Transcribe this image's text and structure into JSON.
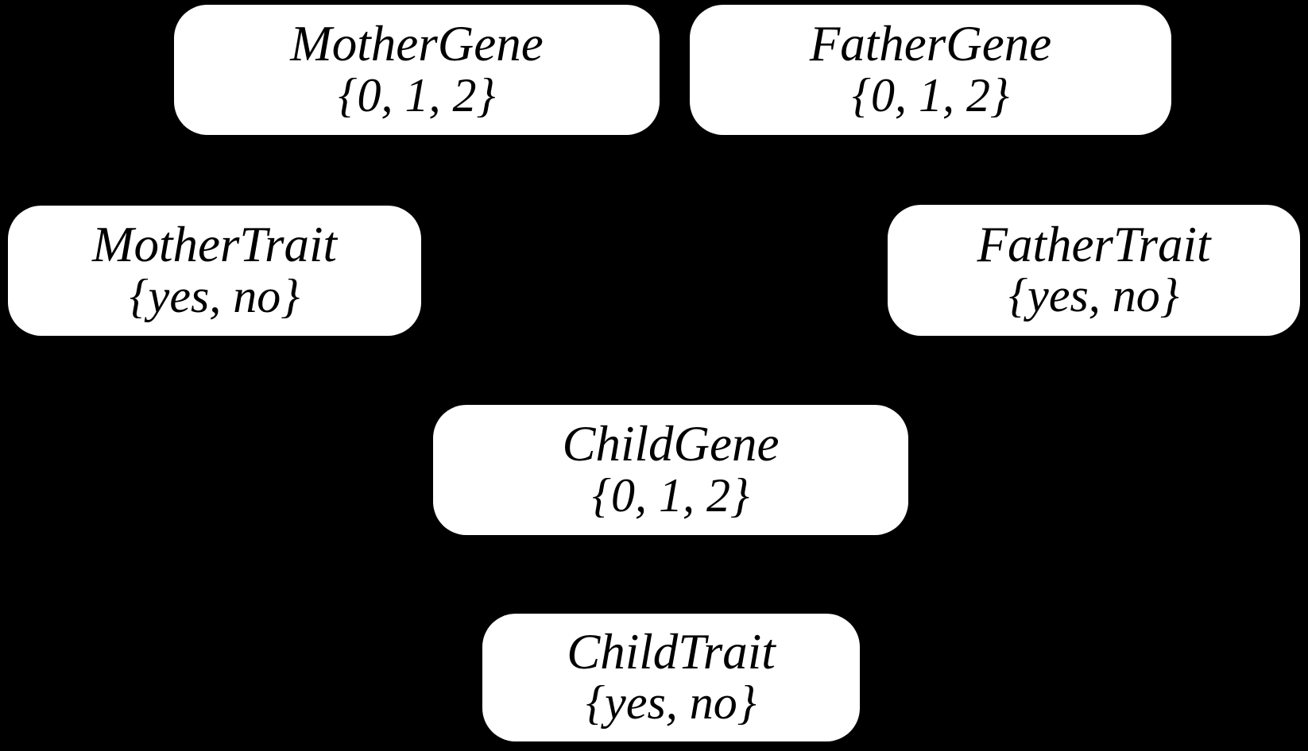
{
  "colors": {
    "background": "#000000",
    "node_fill": "#ffffff",
    "node_text": "#000000"
  },
  "nodes": [
    {
      "id": "mother-gene",
      "label": "MotherGene",
      "values": "{0, 1, 2}"
    },
    {
      "id": "father-gene",
      "label": "FatherGene",
      "values": "{0, 1, 2}"
    },
    {
      "id": "mother-trait",
      "label": "MotherTrait",
      "values": "{yes, no}"
    },
    {
      "id": "father-trait",
      "label": "FatherTrait",
      "values": "{yes, no}"
    },
    {
      "id": "child-gene",
      "label": "ChildGene",
      "values": "{0, 1, 2}"
    },
    {
      "id": "child-trait",
      "label": "ChildTrait",
      "values": "{yes, no}"
    }
  ]
}
